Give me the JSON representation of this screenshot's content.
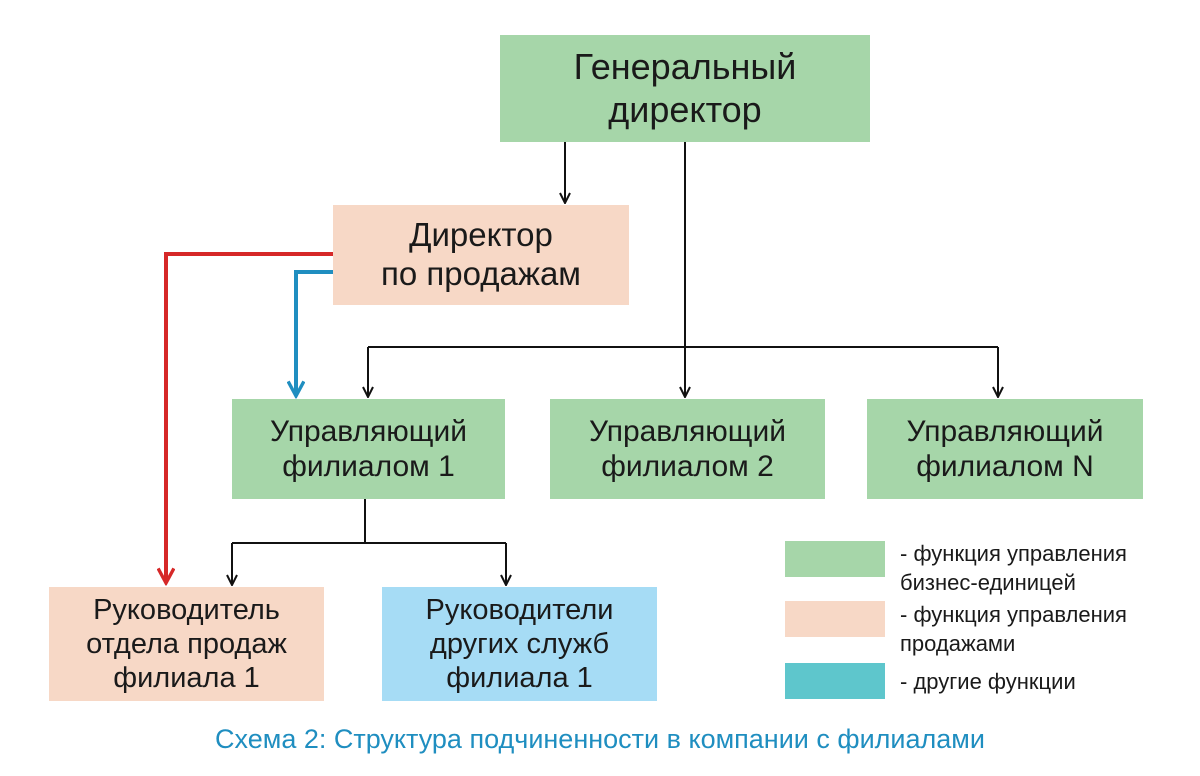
{
  "nodes": {
    "general_director": "Генеральный\nдиректор",
    "sales_director": "Директор\nпо продажам",
    "branch_manager_1": "Управляющий\nфилиалом 1",
    "branch_manager_2": "Управляющий\nфилиалом 2",
    "branch_manager_n": "Управляющий\nфилиалом N",
    "branch_sales_head": "Руководитель\nотдела продаж\nфилиала 1",
    "branch_other_heads": "Руководители\nдругих служб\nфилиала 1"
  },
  "legend": [
    {
      "label": "- функция управления\nбизнес-единицей",
      "color": "#a6d6a9"
    },
    {
      "label": "- функция управления\nпродажами",
      "color": "#f7d8c6"
    },
    {
      "label": "- другие функции",
      "color": "#5ec6cc"
    }
  ],
  "caption": "Схема 2: Структура подчиненности в компании с филиалами",
  "colors": {
    "green": "#a6d6a9",
    "salmon": "#f7d8c6",
    "light_blue": "#a6dcf5",
    "sales_line": "#d62828",
    "other_line": "#1f8ec0",
    "caption": "#1f8ec0"
  }
}
